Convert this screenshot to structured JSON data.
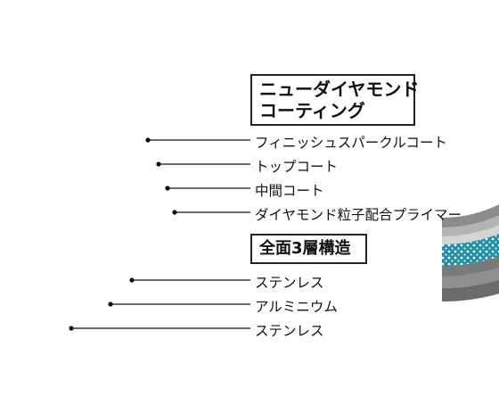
{
  "coating_title": {
    "line1": "ニューダイヤモンド",
    "line2": "コーティング"
  },
  "coating_layers": [
    {
      "label": "フィニッシュスパークルコート"
    },
    {
      "label": "トップコート"
    },
    {
      "label": "中間コート"
    },
    {
      "label": "ダイヤモンド粒子配合プライマー"
    }
  ],
  "structure_title": "全面3層構造",
  "structure_layers": [
    {
      "label": "ステンレス"
    },
    {
      "label": "アルミニウム"
    },
    {
      "label": "ステンレス"
    }
  ],
  "colors": {
    "stainless_outer": "#6b6b6b",
    "aluminum": "#8f8f8f",
    "stainless_inner": "#7a7a7a",
    "primer_teal": "#1f8fa6",
    "primer_dots": "#ffffff",
    "middle_coat": "#d4d4d4",
    "top_coat": "#b3b3b3",
    "finish_coat": "#8c8c8c",
    "leader_line": "#111111"
  }
}
